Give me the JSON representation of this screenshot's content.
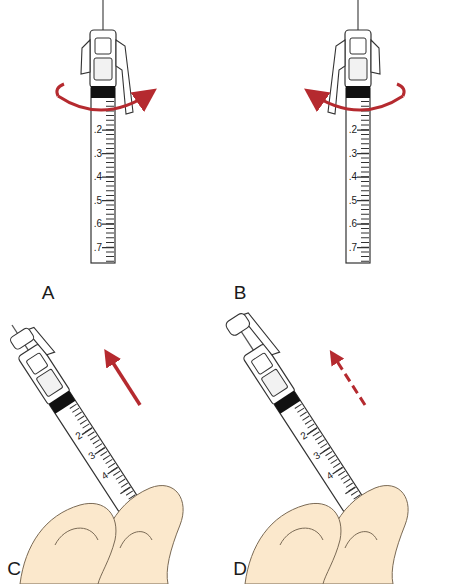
{
  "diagram": {
    "labels": [
      "A",
      "B",
      ".2",
      ".3",
      ".4",
      ".5",
      ".6",
      ".7",
      ".2",
      ".3",
      ".4",
      ".5",
      ".6",
      ".7",
      "C",
      "D",
      "2",
      "3",
      "4",
      "2",
      "3",
      "4"
    ]
  }
}
